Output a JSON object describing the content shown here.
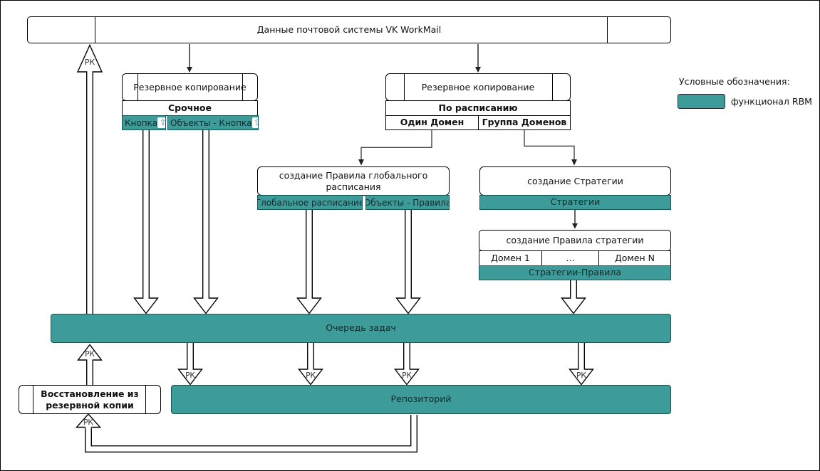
{
  "colors": {
    "teal": "#3d9b9a",
    "teal_border": "#14595a"
  },
  "arrow_label": "РК",
  "upload_icon": "⇧",
  "top_box": {
    "title": "Данные почтовой системы VK WorkMail"
  },
  "backup_urgent": {
    "title": "Резервное копирование",
    "mode": "Срочное",
    "cells": [
      "Кнопка",
      "Объекты - Кнопка"
    ]
  },
  "backup_scheduled": {
    "title": "Резервное копирование",
    "mode": "По расписанию",
    "cells": [
      "Один Домен",
      "Группа Доменов"
    ]
  },
  "global_schedule_rule": {
    "title": "создание Правила глобального расписания",
    "cells": [
      "Глобальное расписание",
      "Объекты - Правила"
    ]
  },
  "strategy": {
    "title": "создание Стратегии",
    "row": "Стратегии"
  },
  "strategy_rule": {
    "title": "создание Правила стратегии",
    "domains": [
      "Домен 1",
      "...",
      "Домен N"
    ],
    "row": "Стратегии-Правила"
  },
  "task_queue": {
    "label": "Очередь задач"
  },
  "repository": {
    "label": "Репозиторий"
  },
  "restore": {
    "label": "Восстановление из резервной копии"
  },
  "legend": {
    "title": "Условные обозначения:",
    "item": "функционал RBM"
  }
}
